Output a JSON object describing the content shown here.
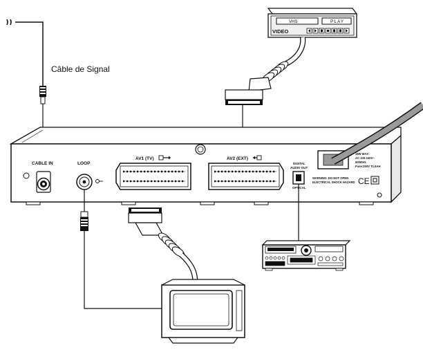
{
  "signal_label": "Câble de Signal",
  "receiver": {
    "cable_in": "CABLE IN",
    "loop": "LOOP",
    "av1": "AV1 (TV)",
    "av2": "AV2 (EXT)",
    "digital": "DIGITAL",
    "audio_out": "AUDIO OUT",
    "optical": "OPTICAL",
    "power_lines": [
      "18W MAX",
      "AC 100-240V~",
      "50/60Hz",
      "Fuse:250V T1.6AH"
    ],
    "warning_lines": [
      "WARNING: DO NOT OPEN",
      "ELECTRICAL SHOCK HAZARD"
    ],
    "ce_mark": "CE"
  },
  "vcr": {
    "model": "VIDEO",
    "display": "VHS",
    "status": "PLAY"
  },
  "icons": [
    "antenna-squiggle-icon",
    "tv-scart-arrow-icon",
    "ext-scart-arrow-icon",
    "double-insulation-icon"
  ]
}
